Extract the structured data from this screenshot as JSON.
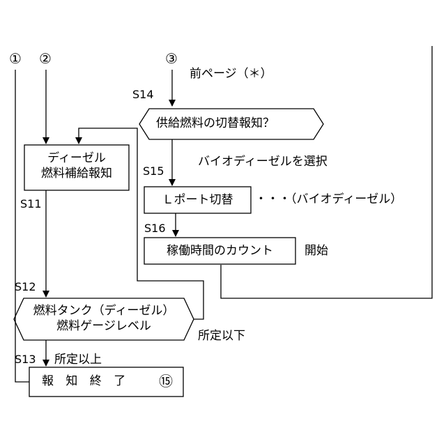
{
  "connectors": {
    "c1": "①",
    "c2": "②",
    "c3": "③",
    "c15": "⑮"
  },
  "steps": {
    "s11": "S11",
    "s12": "S12",
    "s13": "S13",
    "s14": "S14",
    "s15": "S15",
    "s16": "S16"
  },
  "nodes": {
    "prev_page": "前ページ（＊）",
    "check_fuel_switch": "供給燃料の切替報知？",
    "diesel_refuel_notice_line1": "ディーゼル",
    "diesel_refuel_notice_line2": "燃料補給報知",
    "l_port_switch": "Ｌポート切替",
    "l_port_note": "・・・（バイオディーゼル）",
    "operating_time_count": "稼働時間のカウント",
    "fuel_tank_line1": "燃料タンク（ディーゼル）",
    "fuel_tank_line2": "燃料ゲージレベル",
    "notice_end": "報 知 終 了"
  },
  "labels": {
    "select_biodiesel": "バイオディーゼルを選択",
    "start": "開始",
    "below_threshold": "所定以下",
    "above_threshold": "所定以上"
  }
}
